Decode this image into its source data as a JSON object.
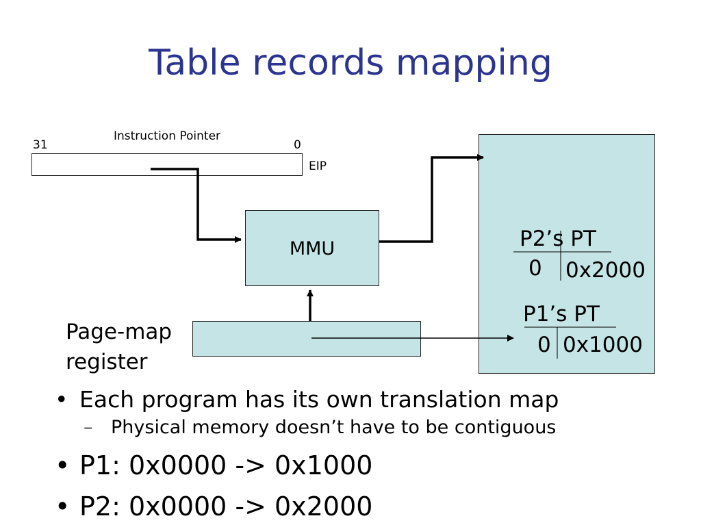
{
  "slide": {
    "title": "Table records mapping"
  },
  "diagram": {
    "eip_bit_high": "31",
    "eip_title": "Instruction Pointer",
    "eip_bit_low": "0",
    "eip_name": "EIP",
    "mmu_label": "MMU",
    "register_label_line1": "Page-map",
    "register_label_line2": "register",
    "p2_table": {
      "title": "P2’s PT",
      "index": "0",
      "value": "0x2000"
    },
    "p1_table": {
      "title": "P1’s PT",
      "index": "0",
      "value": "0x1000"
    }
  },
  "bullets": {
    "item1": "Each program has its own translation map",
    "item1_sub": "Physical memory doesn’t have to be contiguous",
    "item2": "P1: 0x0000 -> 0x1000",
    "item3": "P2: 0x0000 -> 0x2000"
  }
}
